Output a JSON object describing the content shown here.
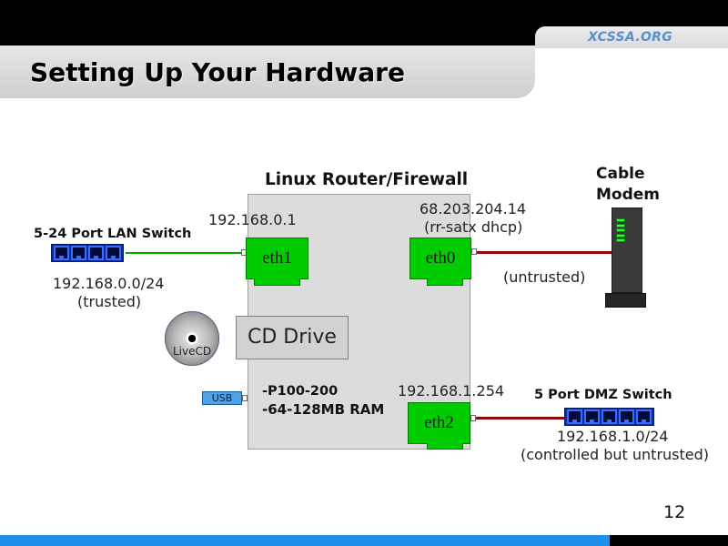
{
  "header": {
    "site_name": "XCSSA.ORG",
    "title": "Setting Up Your Hardware"
  },
  "router": {
    "title": "Linux Router/Firewall",
    "cd_drive_label": "CD Drive",
    "livecd_label": "LiveCD",
    "usb_label": "USB",
    "specs": {
      "cpu": "-P100-200",
      "ram": "-64-128MB RAM"
    }
  },
  "interfaces": {
    "eth1": {
      "label": "eth1",
      "ip": "192.168.0.1"
    },
    "eth0": {
      "label": "eth0",
      "ip": "68.203.204.14",
      "source": "(rr-satx dhcp)",
      "trust": "(untrusted)"
    },
    "eth2": {
      "label": "eth2",
      "ip": "192.168.1.254"
    }
  },
  "cable_modem": {
    "label_lines": [
      "Cable",
      "Modem"
    ]
  },
  "lan_switch": {
    "title": "5-24 Port LAN Switch",
    "network": "192.168.0.0/24",
    "trust": "(trusted)",
    "port_icons": 4
  },
  "dmz_switch": {
    "title": "5 Port DMZ Switch",
    "network": "192.168.1.0/24",
    "trust": "(controlled but untrusted)",
    "port_icons": 5
  },
  "footer": {
    "page_number": "12"
  },
  "colors": {
    "interface_green": "#00cc00",
    "trusted_link": "#00aa00",
    "untrusted_link": "#c00000",
    "site_name": "#5a8fd0",
    "bottom_bar": "#1f90ea",
    "modem_led": "#33ff33"
  }
}
